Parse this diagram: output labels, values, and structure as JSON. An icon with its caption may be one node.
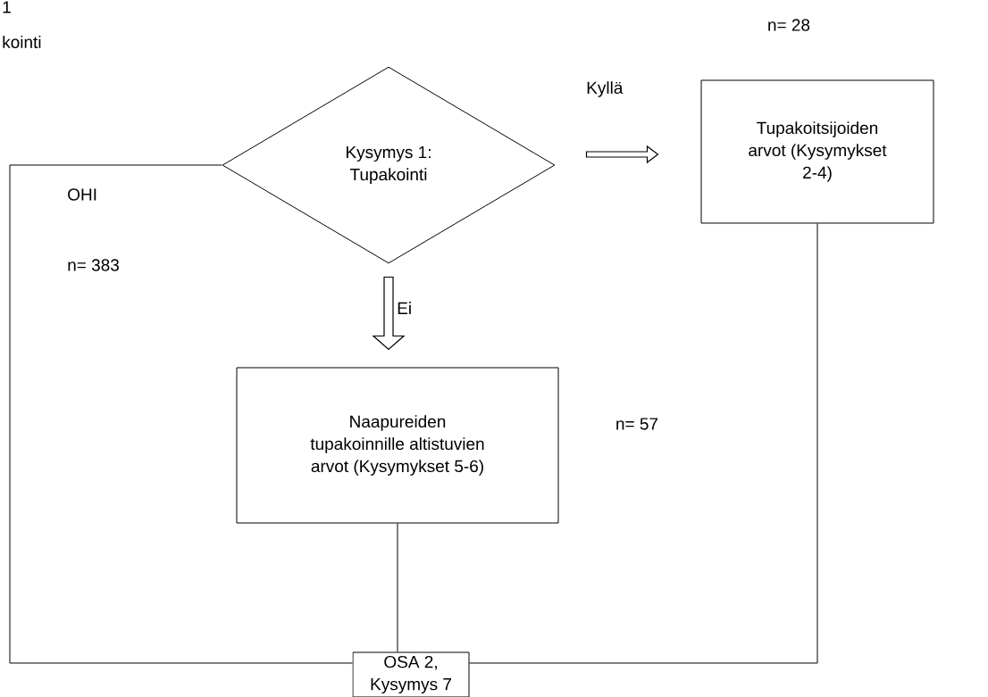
{
  "diagram": {
    "nodes": [
      {
        "text": [
          "Kysymys 1: Tupakointi"
        ]
      },
      {
        "text": [
          "Tupakoitsijoiden arvot (Kysymykset 2-4)"
        ],
        "beside": [
          "n= 28"
        ]
      },
      {
        "text": [
          "Naapureiden tupakoinnille altistuvien arvot (Kysymykset 5-6)"
        ],
        "beside": [
          "n= 57"
        ]
      },
      {
        "text": [
          "OSA 2, Kysymys 7"
        ]
      }
    ],
    "edges": [
      {
        "from": 0,
        "to": 1,
        "arrow": "to",
        "label": "Kyllä",
        "style": "thick"
      },
      {
        "from": 0,
        "to": 2,
        "arrow": "to",
        "label": "Ei",
        "style": "thick"
      },
      {
        "from": 2,
        "to": 3,
        "arrow": "none"
      },
      {
        "from": 1,
        "to": 3,
        "arrow": "none"
      },
      {
        "from": 0,
        "to": 3,
        "arrow": "none"
      }
    ],
    "labels": [
      "1",
      "kointi",
      "OHI",
      "n= 383"
    ]
  }
}
